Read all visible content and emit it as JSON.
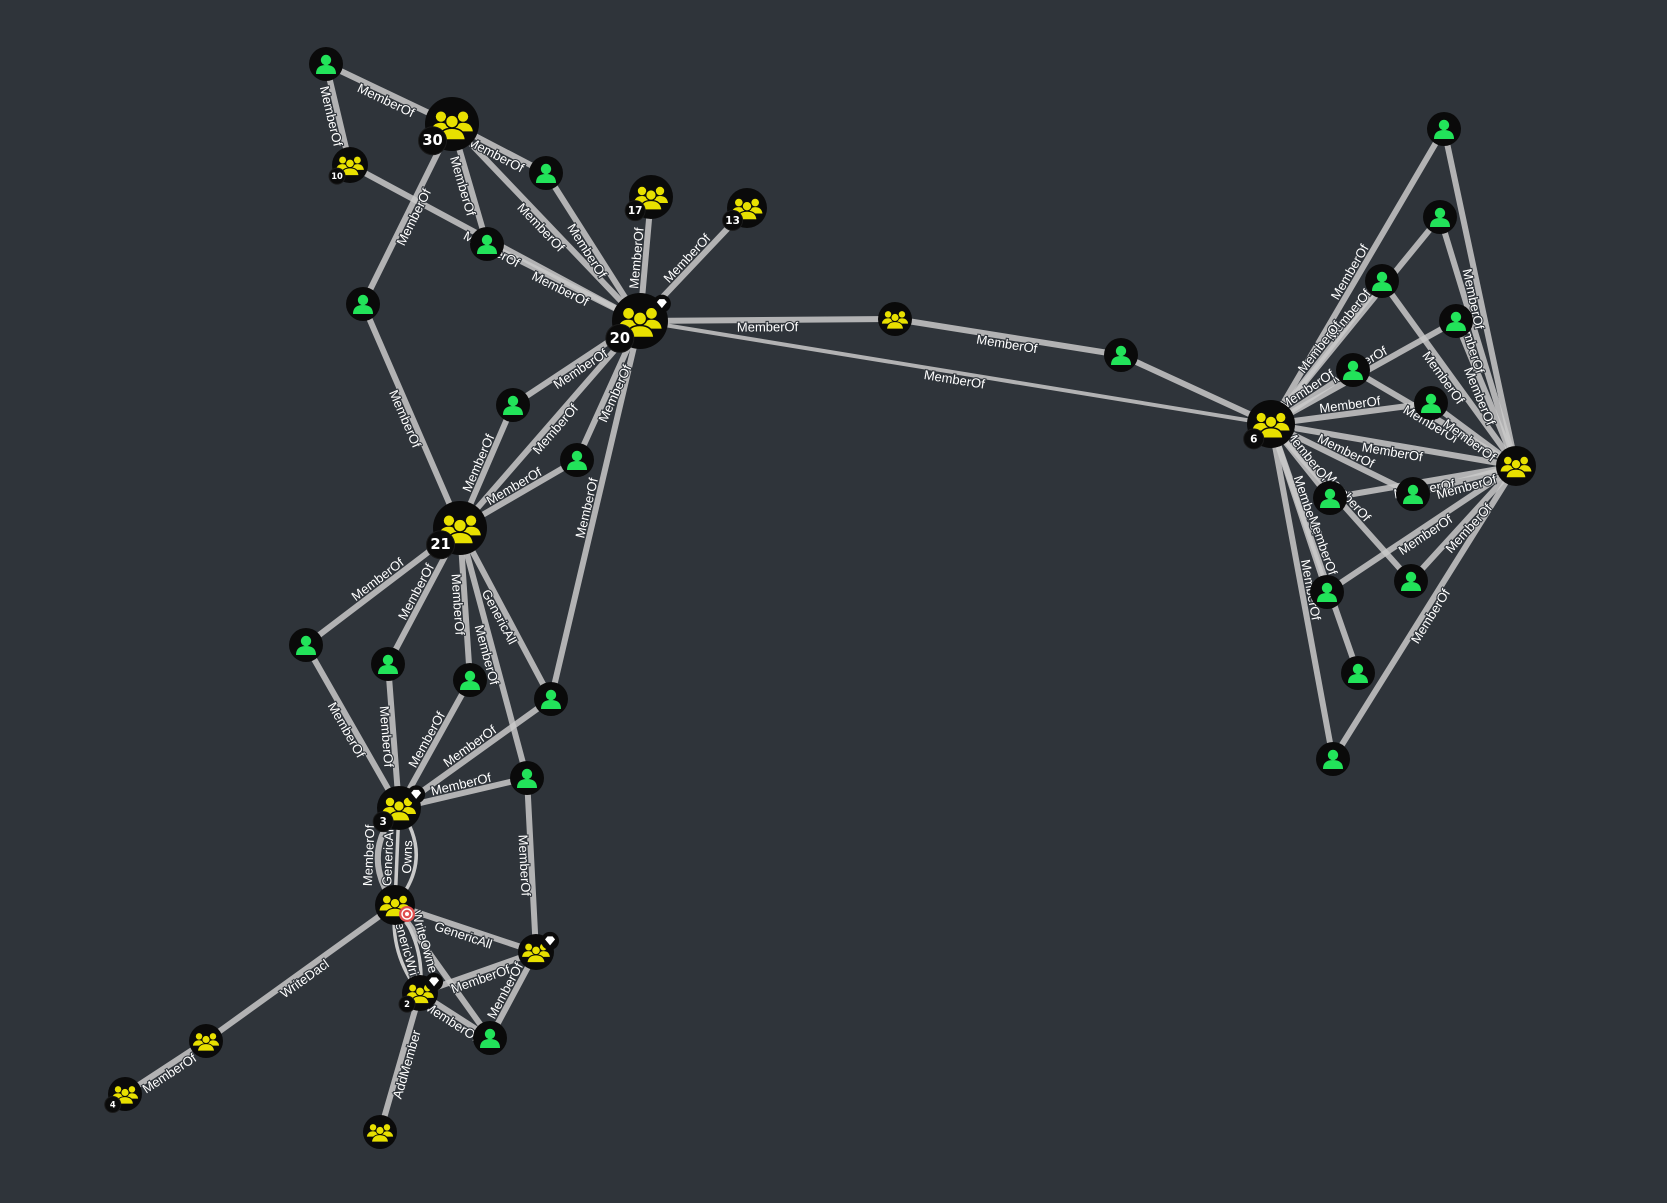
{
  "graph": {
    "background": "#2f343a",
    "colors": {
      "user_icon": "#22e35a",
      "group_icon": "#e8e000",
      "node_circle": "#0a0a0a",
      "edge": "#c9c9c9",
      "edge_bold": "#f0f0f0",
      "edge_label": "#ffffff",
      "target_marker": "#e05050"
    },
    "nodes": [
      {
        "id": "u1",
        "kind": "user"
      },
      {
        "id": "g30",
        "kind": "group",
        "count": "30"
      },
      {
        "id": "g10",
        "kind": "group",
        "count": "10"
      },
      {
        "id": "u2",
        "kind": "user"
      },
      {
        "id": "u3",
        "kind": "user"
      },
      {
        "id": "g17",
        "kind": "group",
        "count": "17"
      },
      {
        "id": "g13",
        "kind": "group",
        "count": "13"
      },
      {
        "id": "u4",
        "kind": "user"
      },
      {
        "id": "g20",
        "kind": "group",
        "count": "20",
        "badge": "highvalue"
      },
      {
        "id": "gmid",
        "kind": "group"
      },
      {
        "id": "umid",
        "kind": "user"
      },
      {
        "id": "u5",
        "kind": "user"
      },
      {
        "id": "u6",
        "kind": "user"
      },
      {
        "id": "g21",
        "kind": "group",
        "count": "21"
      },
      {
        "id": "u7",
        "kind": "user"
      },
      {
        "id": "u8",
        "kind": "user"
      },
      {
        "id": "u9",
        "kind": "user"
      },
      {
        "id": "u10",
        "kind": "user"
      },
      {
        "id": "u11",
        "kind": "user"
      },
      {
        "id": "g3",
        "kind": "group",
        "count": "3",
        "badge": "highvalue"
      },
      {
        "id": "gt",
        "kind": "group",
        "badge": "target"
      },
      {
        "id": "ghv",
        "kind": "group",
        "badge": "highvalue"
      },
      {
        "id": "g2",
        "kind": "group",
        "count": "2",
        "badge": "highvalue"
      },
      {
        "id": "u12",
        "kind": "user"
      },
      {
        "id": "gw",
        "kind": "group"
      },
      {
        "id": "g4",
        "kind": "group",
        "count": "4"
      },
      {
        "id": "gb",
        "kind": "group"
      },
      {
        "id": "g6",
        "kind": "group",
        "count": "6"
      },
      {
        "id": "gr",
        "kind": "group"
      },
      {
        "id": "r1",
        "kind": "user"
      },
      {
        "id": "r2",
        "kind": "user"
      },
      {
        "id": "r3",
        "kind": "user"
      },
      {
        "id": "r4",
        "kind": "user"
      },
      {
        "id": "r5",
        "kind": "user"
      },
      {
        "id": "r6",
        "kind": "user"
      },
      {
        "id": "r7",
        "kind": "user"
      },
      {
        "id": "r8",
        "kind": "user"
      },
      {
        "id": "r9",
        "kind": "user"
      },
      {
        "id": "r10",
        "kind": "user"
      },
      {
        "id": "r11",
        "kind": "user"
      },
      {
        "id": "r12",
        "kind": "user"
      }
    ],
    "edges": [
      {
        "from": "u1",
        "to": "g30",
        "label": "MemberOf"
      },
      {
        "from": "u1",
        "to": "g10",
        "label": "MemberOf"
      },
      {
        "from": "g10",
        "to": "g20",
        "label": "MemberOf"
      },
      {
        "from": "u4",
        "to": "g30",
        "label": "MemberOf"
      },
      {
        "from": "g30",
        "to": "g20",
        "label": "MemberOf"
      },
      {
        "from": "g30",
        "to": "u2",
        "label": "MemberOf"
      },
      {
        "from": "g30",
        "to": "u3",
        "label": "MemberOf"
      },
      {
        "from": "u2",
        "to": "g20",
        "label": "MemberOf"
      },
      {
        "from": "u3",
        "to": "g20",
        "label": "MemberOf"
      },
      {
        "from": "g17",
        "to": "g20",
        "label": "MemberOf"
      },
      {
        "from": "g13",
        "to": "g20",
        "label": "MemberOf"
      },
      {
        "from": "g20",
        "to": "gmid",
        "label": "MemberOf"
      },
      {
        "from": "gmid",
        "to": "umid",
        "label": "MemberOf"
      },
      {
        "from": "umid",
        "to": "g6"
      },
      {
        "from": "g20",
        "to": "g6",
        "label": "MemberOf"
      },
      {
        "from": "u4",
        "to": "g21",
        "label": "MemberOf"
      },
      {
        "from": "u5",
        "to": "g20",
        "label": "MemberOf"
      },
      {
        "from": "u5",
        "to": "g21",
        "label": "MemberOf"
      },
      {
        "from": "u6",
        "to": "g20",
        "label": "MemberOf"
      },
      {
        "from": "u6",
        "to": "g21",
        "label": "MemberOf"
      },
      {
        "from": "g21",
        "to": "g20",
        "label": "MemberOf"
      },
      {
        "from": "g20",
        "to": "u10",
        "label": "MemberOf"
      },
      {
        "from": "g21",
        "to": "u7",
        "label": "MemberOf"
      },
      {
        "from": "g21",
        "to": "u8",
        "label": "MemberOf"
      },
      {
        "from": "g21",
        "to": "u9",
        "label": "MemberOf"
      },
      {
        "from": "g21",
        "to": "u10",
        "label": "GenericAll"
      },
      {
        "from": "g21",
        "to": "u11",
        "label": "MemberOf"
      },
      {
        "from": "u7",
        "to": "g3",
        "label": "MemberOf"
      },
      {
        "from": "u8",
        "to": "g3",
        "label": "MemberOf"
      },
      {
        "from": "u9",
        "to": "g3",
        "label": "MemberOf"
      },
      {
        "from": "u10",
        "to": "g3",
        "label": "MemberOf"
      },
      {
        "from": "u11",
        "to": "g3",
        "label": "MemberOf"
      },
      {
        "from": "u11",
        "to": "ghv",
        "label": "MemberOf"
      },
      {
        "from": "g3",
        "to": "gt",
        "label": "Owns",
        "bold": true
      },
      {
        "from": "g3",
        "to": "gt",
        "label": "GenericAll",
        "bold": true
      },
      {
        "from": "g3",
        "to": "gt",
        "label": "MemberOf"
      },
      {
        "from": "gt",
        "to": "ghv",
        "label": "GenericAll"
      },
      {
        "from": "g2",
        "to": "gt",
        "label": "GenericWrite",
        "bold": true
      },
      {
        "from": "g2",
        "to": "gt",
        "label": "WriteOwner",
        "bold": true
      },
      {
        "from": "g2",
        "to": "ghv",
        "label": "MemberOf"
      },
      {
        "from": "g2",
        "to": "u12",
        "label": "MemberOf"
      },
      {
        "from": "ghv",
        "to": "u12",
        "label": "MemberOf"
      },
      {
        "from": "gt",
        "to": "u12"
      },
      {
        "from": "gw",
        "to": "gt",
        "label": "WriteDacl"
      },
      {
        "from": "g4",
        "to": "gw",
        "label": "MemberOf"
      },
      {
        "from": "gb",
        "to": "g2",
        "label": "AddMember"
      },
      {
        "from": "g6",
        "to": "gr",
        "label": "MemberOf"
      },
      {
        "from": "r1",
        "to": "g6",
        "label": "MemberOf"
      },
      {
        "from": "r1",
        "to": "gr",
        "label": "MemberOf"
      },
      {
        "from": "r2",
        "to": "g6",
        "label": "MemberOf"
      },
      {
        "from": "r2",
        "to": "gr",
        "label": "MemberOf"
      },
      {
        "from": "r3",
        "to": "g6",
        "label": "MemberOf"
      },
      {
        "from": "r3",
        "to": "gr",
        "label": "MemberOf"
      },
      {
        "from": "r4",
        "to": "g6",
        "label": "MemberOf"
      },
      {
        "from": "r4",
        "to": "gr",
        "label": "MemberOf"
      },
      {
        "from": "r5",
        "to": "g6",
        "label": "MemberOf"
      },
      {
        "from": "r5",
        "to": "gr",
        "label": "MemberOf"
      },
      {
        "from": "r6",
        "to": "g6",
        "label": "MemberOf"
      },
      {
        "from": "r6",
        "to": "gr",
        "label": "MemberOf"
      },
      {
        "from": "r7",
        "to": "g6",
        "label": "MemberOf"
      },
      {
        "from": "r7",
        "to": "gr",
        "label": "MemberOf"
      },
      {
        "from": "r8",
        "to": "g6",
        "label": "MemberOf"
      },
      {
        "from": "r8",
        "to": "gr",
        "label": "MemberOf"
      },
      {
        "from": "r9",
        "to": "g6",
        "label": "MemberOf"
      },
      {
        "from": "r9",
        "to": "gr",
        "label": "MemberOf"
      },
      {
        "from": "r10",
        "to": "g6",
        "label": "MemberOf"
      },
      {
        "from": "r10",
        "to": "gr",
        "label": "MemberOf"
      },
      {
        "from": "r11",
        "to": "g6",
        "label": "MemberOf"
      },
      {
        "from": "r12",
        "to": "g6",
        "label": "MemberOf"
      },
      {
        "from": "r12",
        "to": "gr",
        "label": "MemberOf"
      }
    ]
  }
}
